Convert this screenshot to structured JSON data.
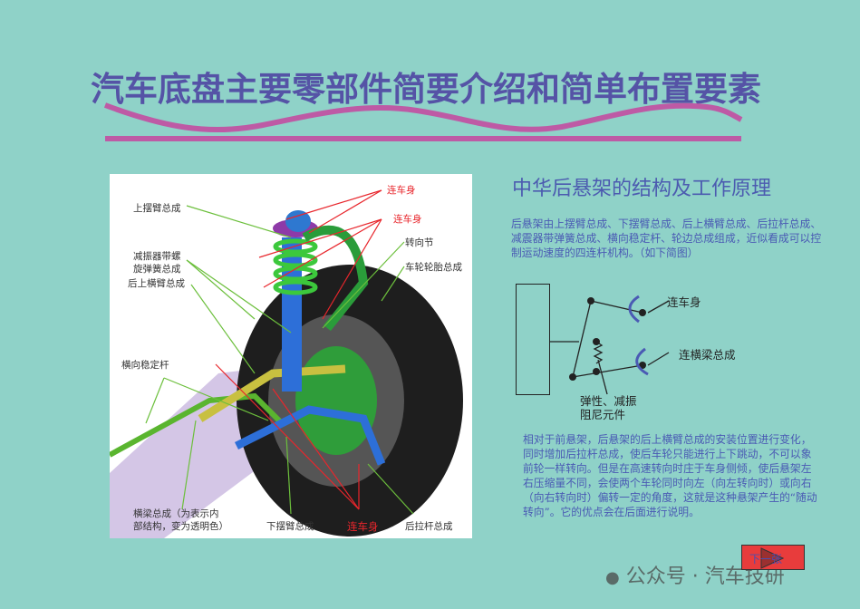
{
  "title": "汽车底盘主要零部件简要介绍和简单布置要素",
  "photo": {
    "labels": {
      "body1": "连车身",
      "body2": "连车身",
      "body3": "连车身",
      "upper_arm": "上摆臂总成",
      "shock": "减振器带螺",
      "shock2": "旋弹簧总成",
      "rear_upper": "后上横臂总成",
      "knuckle": "转向节",
      "wheel": "车轮轮胎总成",
      "stabilizer": "横向稳定杆",
      "beam1": "横梁总成（为表示内",
      "beam2": "部结构，变为透明色）",
      "lower_arm": "下摆臂总成",
      "trailing": "后拉杆总成"
    }
  },
  "section_title": "中华后悬架的结构及工作原理",
  "intro": "后悬架由上摆臂总成、下摆臂总成、后上横臂总成、后拉杆总成、减震器带弹簧总成、横向稳定杆、轮边总成组成，近似看成可以控制运动速度的四连杆机构。（如下简图）",
  "sketch": {
    "to_body": "连车身",
    "to_beam": "连横梁总成",
    "elastic1": "弹性、减振",
    "elastic2": "阻尼元件"
  },
  "body_text": "相对于前悬架，后悬架的后上横臂总成的安装位置进行变化，同时增加后拉杆总成，使后车轮只能进行上下跳动，不可以象前轮一样转向。但是在高速转向时庄于车身侧倾，使后悬架左右压缩量不同，会使两个车轮同时向左（向左转向时）或向右（向右转向时）偏转一定的角度，这就是这种悬架产生的“随动转向”。它的优点会在后面进行说明。",
  "next_button": "下一张",
  "watermark": "公众号 · 汽车技研",
  "colors": {
    "background": "#8fd2c8",
    "title": "#5553a6",
    "accent": "#be5aa5"
  }
}
